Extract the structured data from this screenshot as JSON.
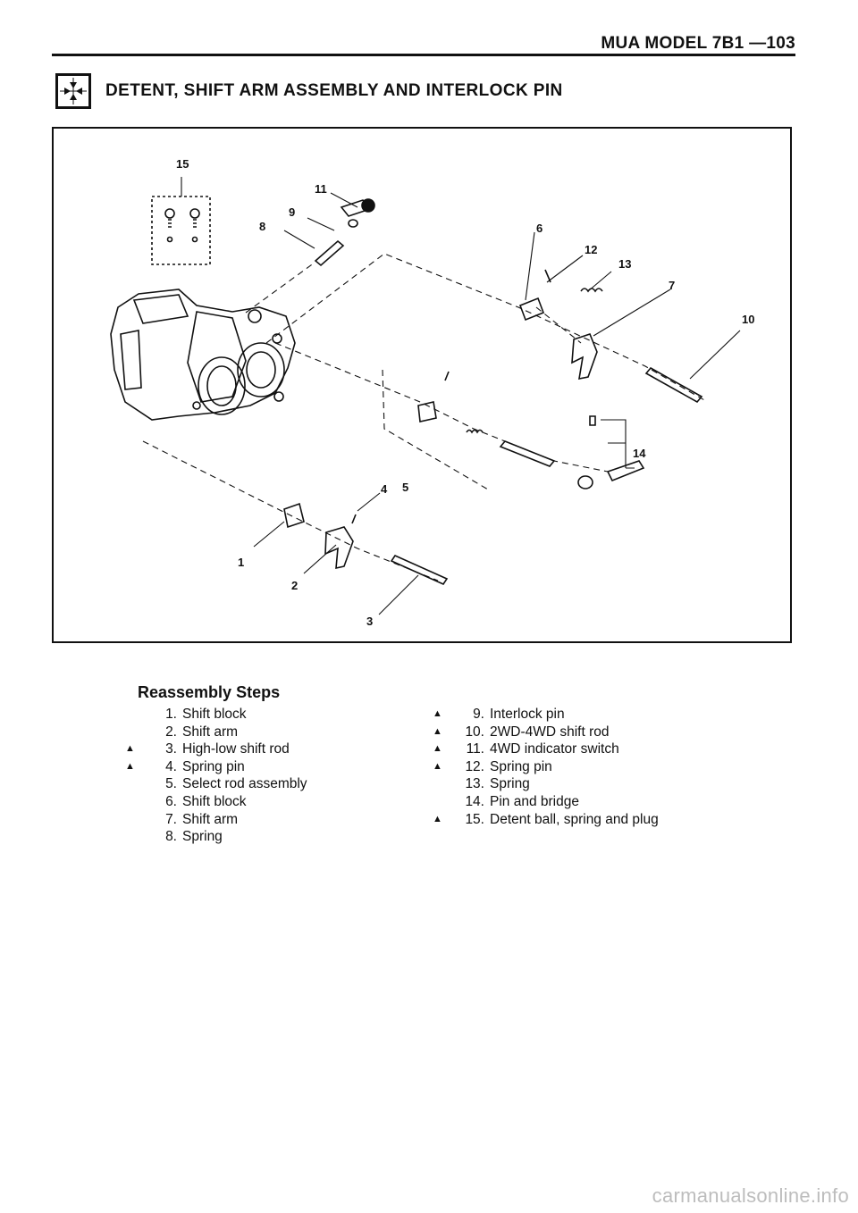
{
  "header": {
    "page_ref": "MUA MODEL  7B1 —103"
  },
  "section": {
    "title": "DETENT, SHIFT ARM ASSEMBLY AND INTERLOCK PIN",
    "icon": "disassembly-reassembly-icon"
  },
  "diagram": {
    "callouts": [
      "15",
      "11",
      "9",
      "8",
      "6",
      "12",
      "13",
      "7",
      "10",
      "14",
      "4",
      "5",
      "1",
      "2",
      "3"
    ]
  },
  "reassembly": {
    "title": "Reassembly Steps",
    "left": [
      {
        "mark": "",
        "num": "1.",
        "label": "Shift block"
      },
      {
        "mark": "",
        "num": "2.",
        "label": "Shift arm"
      },
      {
        "mark": "▲",
        "num": "3.",
        "label": "High-low shift rod"
      },
      {
        "mark": "▲",
        "num": "4.",
        "label": "Spring pin"
      },
      {
        "mark": "",
        "num": "5.",
        "label": "Select rod assembly"
      },
      {
        "mark": "",
        "num": "6.",
        "label": "Shift block"
      },
      {
        "mark": "",
        "num": "7.",
        "label": "Shift arm"
      },
      {
        "mark": "",
        "num": "8.",
        "label": "Spring"
      }
    ],
    "right": [
      {
        "mark": "▲",
        "num": "9.",
        "label": "Interlock pin"
      },
      {
        "mark": "▲",
        "num": "10.",
        "label": "2WD-4WD shift rod"
      },
      {
        "mark": "▲",
        "num": "11.",
        "label": "4WD indicator switch"
      },
      {
        "mark": "▲",
        "num": "12.",
        "label": "Spring pin"
      },
      {
        "mark": "",
        "num": "13.",
        "label": "Spring"
      },
      {
        "mark": "",
        "num": "14.",
        "label": "Pin and bridge"
      },
      {
        "mark": "▲",
        "num": "15.",
        "label": "Detent ball, spring and plug"
      }
    ]
  },
  "footer": {
    "watermark": "carmanualsonline.info"
  }
}
